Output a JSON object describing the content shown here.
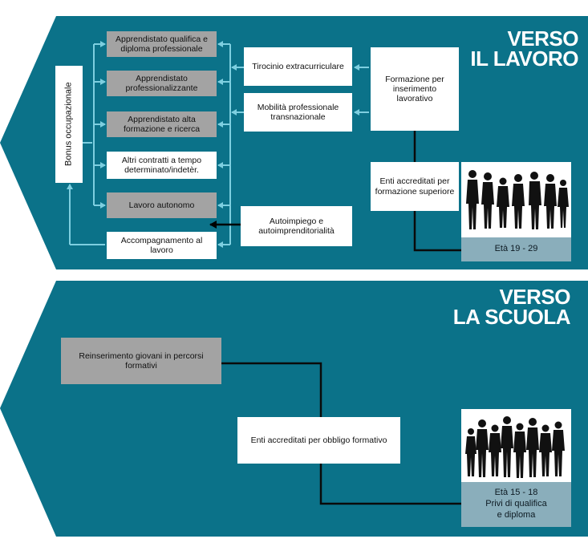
{
  "top_panel": {
    "title_line1": "VERSO",
    "title_line2": "IL LAVORO",
    "bonus_label": "Bonus occupazionale",
    "left_boxes": [
      "Apprendistato qualifica e diploma professionale",
      "Apprendistato professionalizzante",
      "Apprendistato alta formazione e ricerca",
      "Altri contratti a tempo determinato/indetèr.",
      "Lavoro autonomo",
      "Accompagnamento al lavoro"
    ],
    "tirocinio": "Tirocinio extracurriculare",
    "mobilita": "Mobilità professionale transnazionale",
    "autoimpiego": "Autoimpiego e autoimprenditorialità",
    "formazione": "Formazione per inserimento lavorativo",
    "enti": "Enti accreditati per formazione superiore",
    "eta": "Età 19 - 29"
  },
  "bottom_panel": {
    "title_line1": "VERSO",
    "title_line2": "LA SCUOLA",
    "reinserimento": "Reinserimento giovani in percorsi formativi",
    "enti": "Enti accreditati per obbligo formativo",
    "eta_line1": "Età 15 - 18",
    "eta_line2": "Privi di qualifica",
    "eta_line3": "e diploma"
  },
  "colors": {
    "panel": "#0b7289",
    "arrow": "#7ecfe0",
    "gray_box": "#a3a3a3",
    "eta_bg": "#8aaebb"
  }
}
